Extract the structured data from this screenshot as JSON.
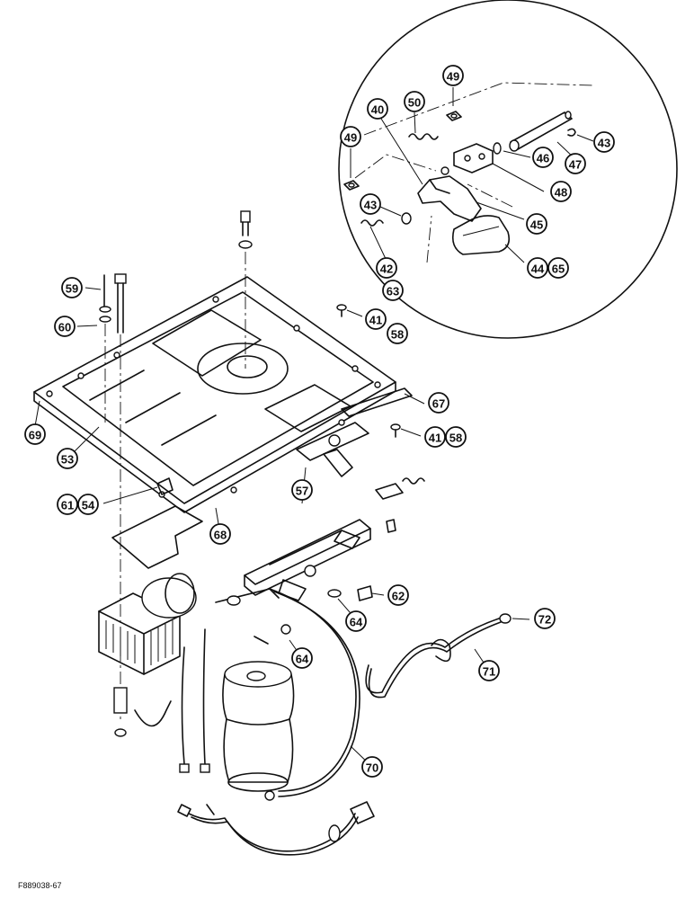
{
  "figure_id": "F889038-67",
  "callouts": [
    {
      "id": "c49a",
      "label": "49"
    },
    {
      "id": "c50",
      "label": "50"
    },
    {
      "id": "c40",
      "label": "40"
    },
    {
      "id": "c49b",
      "label": "49"
    },
    {
      "id": "c43a",
      "label": "43"
    },
    {
      "id": "c46",
      "label": "46"
    },
    {
      "id": "c47",
      "label": "47"
    },
    {
      "id": "c48",
      "label": "48"
    },
    {
      "id": "c43b",
      "label": "43"
    },
    {
      "id": "c45",
      "label": "45"
    },
    {
      "id": "c42",
      "label": "42"
    },
    {
      "id": "c63",
      "label": "63"
    },
    {
      "id": "c44",
      "label": "44"
    },
    {
      "id": "c65",
      "label": "65"
    },
    {
      "id": "c59",
      "label": "59"
    },
    {
      "id": "c60",
      "label": "60"
    },
    {
      "id": "c41a",
      "label": "41"
    },
    {
      "id": "c58a",
      "label": "58"
    },
    {
      "id": "c67",
      "label": "67"
    },
    {
      "id": "c69",
      "label": "69"
    },
    {
      "id": "c53",
      "label": "53"
    },
    {
      "id": "c41b",
      "label": "41"
    },
    {
      "id": "c58b",
      "label": "58"
    },
    {
      "id": "c61",
      "label": "61"
    },
    {
      "id": "c54",
      "label": "54"
    },
    {
      "id": "c57",
      "label": "57"
    },
    {
      "id": "c68",
      "label": "68"
    },
    {
      "id": "c62",
      "label": "62"
    },
    {
      "id": "c64a",
      "label": "64"
    },
    {
      "id": "c72",
      "label": "72"
    },
    {
      "id": "c64b",
      "label": "64"
    },
    {
      "id": "c71",
      "label": "71"
    },
    {
      "id": "c70",
      "label": "70"
    }
  ]
}
